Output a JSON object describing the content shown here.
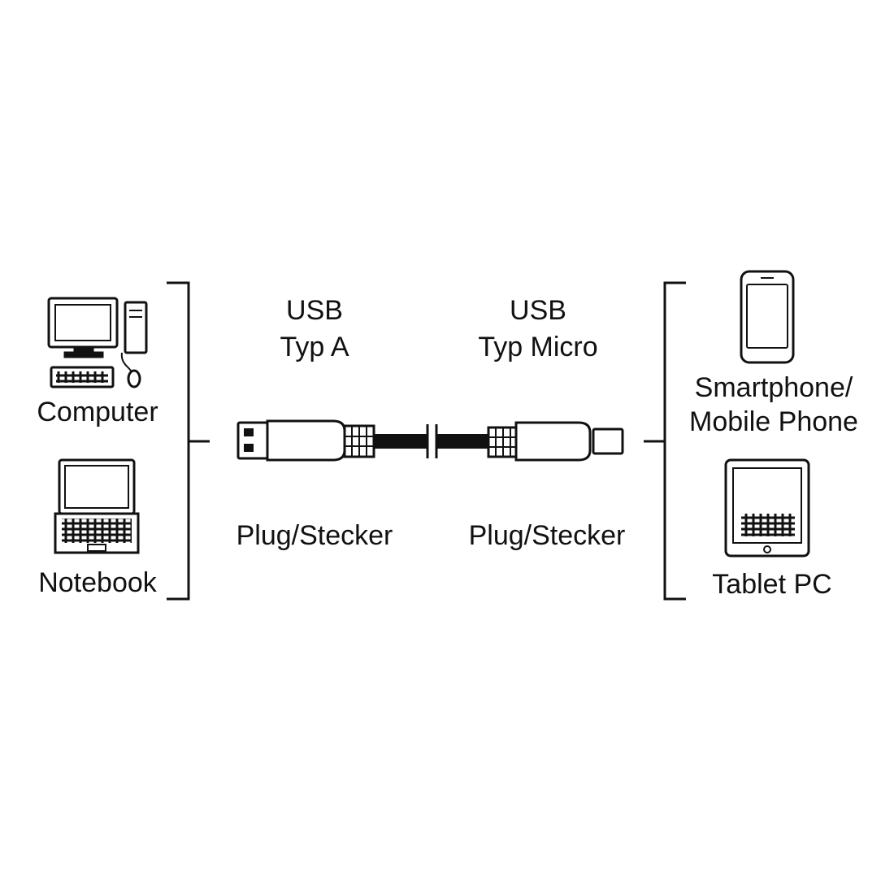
{
  "devices_left": {
    "computer": {
      "label": "Computer",
      "icon": "desktop-computer-icon"
    },
    "notebook": {
      "label": "Notebook",
      "icon": "laptop-icon"
    }
  },
  "connector_a": {
    "title_line1": "USB",
    "title_line2": "Typ A",
    "plug_label": "Plug/Stecker",
    "icon": "usb-type-a-plug-icon"
  },
  "connector_b": {
    "title_line1": "USB",
    "title_line2": "Typ Micro",
    "plug_label": "Plug/Stecker",
    "icon": "usb-micro-plug-icon"
  },
  "devices_right": {
    "smartphone": {
      "label_line1": "Smartphone/",
      "label_line2": "Mobile Phone",
      "icon": "smartphone-icon"
    },
    "tablet": {
      "label": "Tablet PC",
      "icon": "tablet-icon"
    }
  },
  "colors": {
    "ink": "#111111",
    "background": "#ffffff"
  }
}
